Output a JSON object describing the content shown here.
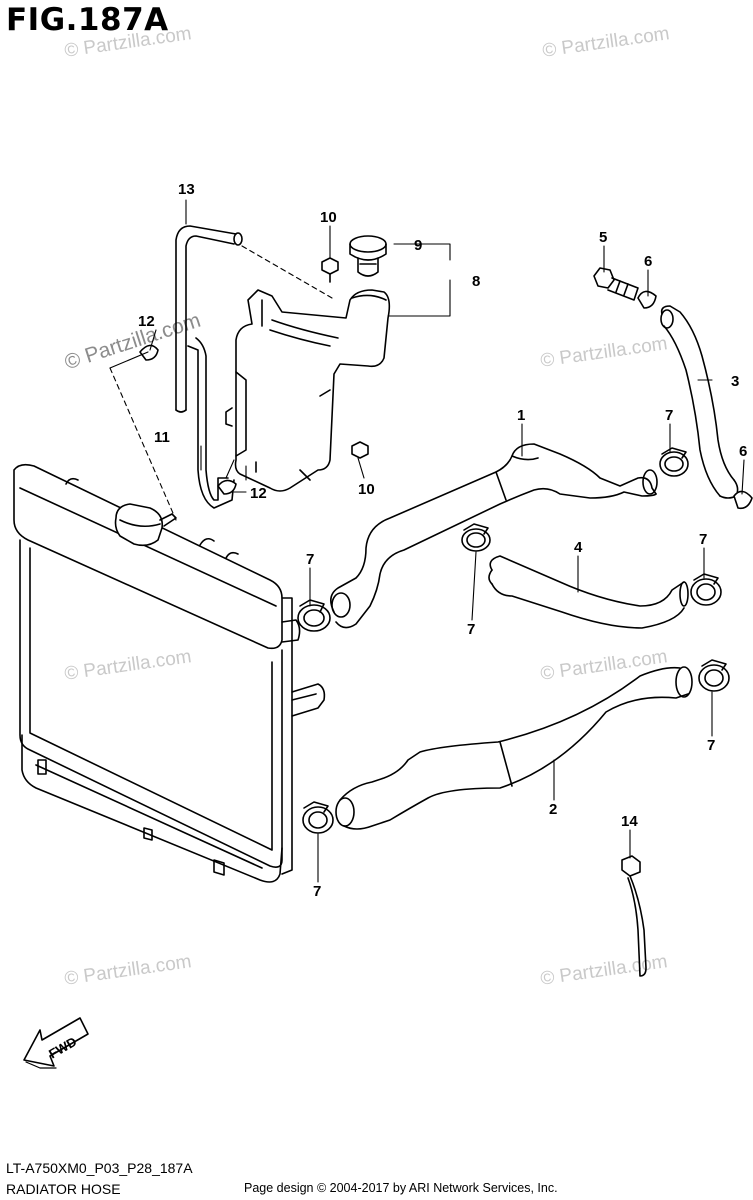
{
  "figure": {
    "title": "FIG.187A",
    "model_code": "LT-A750XM0_P03_P28_187A",
    "name": "RADIATOR HOSE"
  },
  "watermark_text": "© Partzilla.com",
  "watermark_alt_text": "© Partzilla.com",
  "copyright": "Page design © 2004-2017 by ARI Network Services, Inc.",
  "fwd_label": "FWD",
  "callouts": [
    "13",
    "10",
    "9",
    "8",
    "5",
    "6",
    "12",
    "11",
    "12",
    "10",
    "1",
    "7",
    "3",
    "6",
    "7",
    "4",
    "7",
    "7",
    "7",
    "2",
    "7",
    "14"
  ],
  "colors": {
    "line": "#000000",
    "watermark": "#c9c9c9"
  }
}
